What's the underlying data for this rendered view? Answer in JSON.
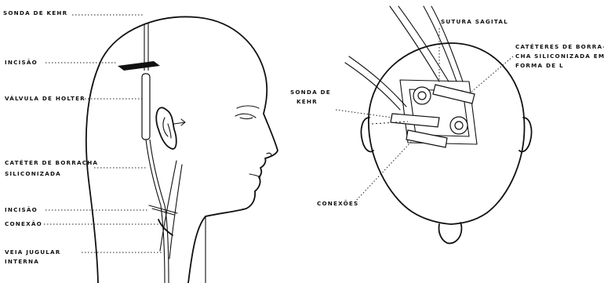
{
  "labels": {
    "left": {
      "sonda_kehr": "SONDA DE KEHR",
      "incisao_top": "INCISÃO",
      "valvula_holter": "VÁLVULA DE HOLTER",
      "cateter_line1": "CATÉTER DE BORRACHA",
      "cateter_line2": "SILICONIZADA",
      "incisao_bottom": "INCISÃO",
      "conexao": "CONEXÃO",
      "veia_line1": "VEIA JUGULAR",
      "veia_line2": "INTERNA"
    },
    "right": {
      "sutura_sagital": "SUTURA SAGITAL",
      "cateteres_line1": "CATÉTERES DE BORRA-",
      "cateteres_line2": "CHA SILICONIZADA EM",
      "cateteres_line3": "FORMA DE L",
      "sonda_line1": "SONDA DE",
      "sonda_line2": "KEHR",
      "conexoes": "CONEXÕES"
    }
  }
}
